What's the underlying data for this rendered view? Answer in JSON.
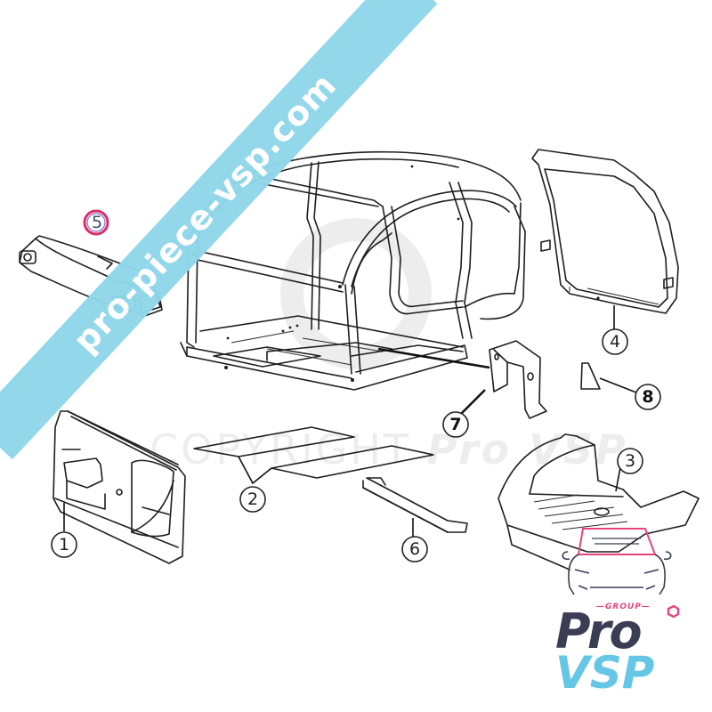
{
  "diagram": {
    "type": "exploded-parts-diagram",
    "subject": "vehicle cabin body frame and panels",
    "callouts": [
      {
        "id": "1",
        "label": "1",
        "part": "front bulkhead panel"
      },
      {
        "id": "2",
        "label": "2",
        "part": "floor sheets"
      },
      {
        "id": "3",
        "label": "3",
        "part": "rear floor / wheel arch tub"
      },
      {
        "id": "4",
        "label": "4",
        "part": "door frame"
      },
      {
        "id": "5",
        "label": "5",
        "part": "dashboard crossmember"
      },
      {
        "id": "6",
        "label": "6",
        "part": "sill bar"
      },
      {
        "id": "7",
        "label": "7",
        "part": "seat bracket"
      },
      {
        "id": "8",
        "label": "8",
        "part": "wedge block"
      }
    ]
  },
  "watermarks": {
    "banner_text": "pro-piece-vsp.com",
    "banner_color": "#8fd6ea",
    "copyright_prefix": "COPYRIGHT",
    "copyright_brand": "Pro VSP"
  },
  "logo": {
    "group_label": "—GROUP—",
    "line1": "Pro",
    "line2": "VSP",
    "colors": {
      "pro": "#3b3d55",
      "vsp": "#66c6e6",
      "accent": "#e8437c",
      "outline": "#3b3d55"
    }
  }
}
